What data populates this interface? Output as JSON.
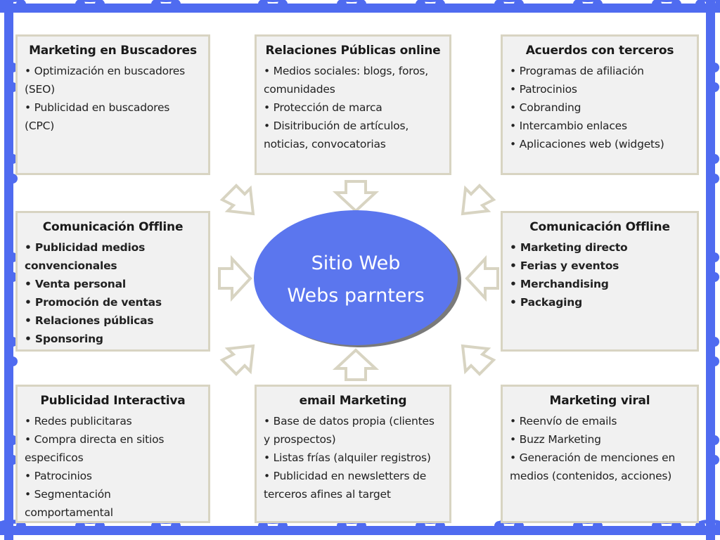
{
  "hub": {
    "line1": "Sitio Web",
    "line2": "Webs parnters"
  },
  "cards": {
    "top_left": {
      "title": "Marketing en Buscadores",
      "items": [
        "Optimización en buscadores (SEO)",
        "Publicidad en buscadores (CPC)"
      ]
    },
    "top_center": {
      "title": "Relaciones Públicas online",
      "items": [
        "Medios sociales: blogs, foros, comunidades",
        "Protección de marca",
        "Disitribución de artículos, noticias, convocatorias"
      ]
    },
    "top_right": {
      "title": "Acuerdos con terceros",
      "items": [
        "Programas de afiliación",
        "Patrocinios",
        "Cobranding",
        "Intercambio enlaces",
        "Aplicaciones web (widgets)"
      ]
    },
    "mid_left": {
      "title": "Comunicación Offline",
      "items": [
        "Publicidad medios convencionales",
        "Venta personal",
        "Promoción de ventas",
        "Relaciones públicas",
        "Sponsoring"
      ]
    },
    "mid_right": {
      "title": "Comunicación Offline",
      "items": [
        "Marketing directo",
        "Ferias y eventos",
        "Merchandising",
        "Packaging"
      ]
    },
    "bottom_left": {
      "title": "Publicidad Interactiva",
      "items": [
        "Redes publicitaras",
        " Compra directa en sitios especificos",
        " Patrocinios",
        "Segmentación comportamental"
      ]
    },
    "bottom_center": {
      "title": "email Marketing",
      "items": [
        " Base de datos propia (clientes y prospectos)",
        " Listas frías (alquiler registros)",
        " Publicidad en newsletters de terceros afines al target"
      ]
    },
    "bottom_right": {
      "title": "Marketing viral",
      "items": [
        "Reenvío de emails",
        "Buzz Marketing",
        "Generación de menciones en medios (contenidos, acciones)"
      ]
    }
  },
  "colors": {
    "frame": "#4f6bf0",
    "hub": "#5b76ee",
    "card_bg": "#f1f1f1",
    "card_border": "#d8d4c2",
    "arrow_fill": "#ffffff",
    "arrow_stroke": "#d8d4c2"
  }
}
